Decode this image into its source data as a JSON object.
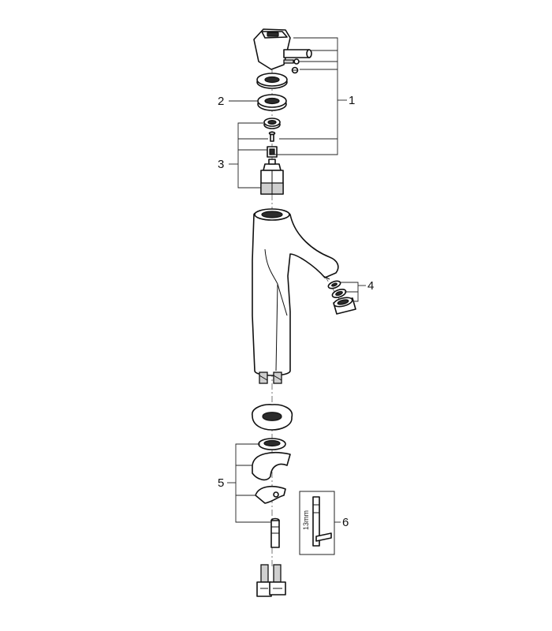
{
  "diagram": {
    "callouts": [
      {
        "id": "1",
        "label": "1"
      },
      {
        "id": "2",
        "label": "2"
      },
      {
        "id": "3",
        "label": "3"
      },
      {
        "id": "4",
        "label": "4"
      },
      {
        "id": "5",
        "label": "5"
      },
      {
        "id": "6",
        "label": "6"
      }
    ],
    "tool_dimension": "13mm"
  }
}
